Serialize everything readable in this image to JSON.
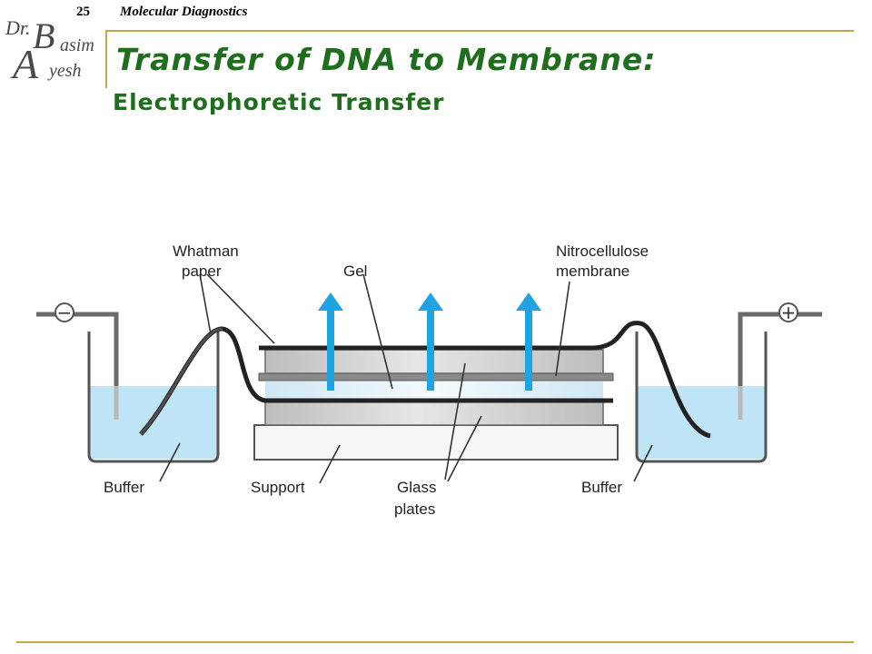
{
  "header": {
    "slide_number": "25",
    "course_title": "Molecular Diagnostics"
  },
  "logo": {
    "prefix": "Dr.",
    "initial_1": "B",
    "rest_1": "asim",
    "initial_2": "A",
    "rest_2": "yesh"
  },
  "title": {
    "line1": "Transfer of DNA to Membrane:",
    "line2": "Electrophoretic Transfer"
  },
  "diagram": {
    "labels": {
      "whatman_1": "Whatman",
      "whatman_2": "paper",
      "gel": "Gel",
      "nitro_1": "Nitrocellulose",
      "nitro_2": "membrane",
      "buffer_left": "Buffer",
      "support": "Support",
      "glass_1": "Glass",
      "glass_2": "plates",
      "buffer_right": "Buffer",
      "negative": "−",
      "positive": "+"
    },
    "colors": {
      "buffer": "#bfe4f5",
      "arrow": "#1ea4e0",
      "plate": "#c8c8c8",
      "gel": "#e8f4fb",
      "paper": "#2a2a2a",
      "electrode": "#666666"
    }
  }
}
